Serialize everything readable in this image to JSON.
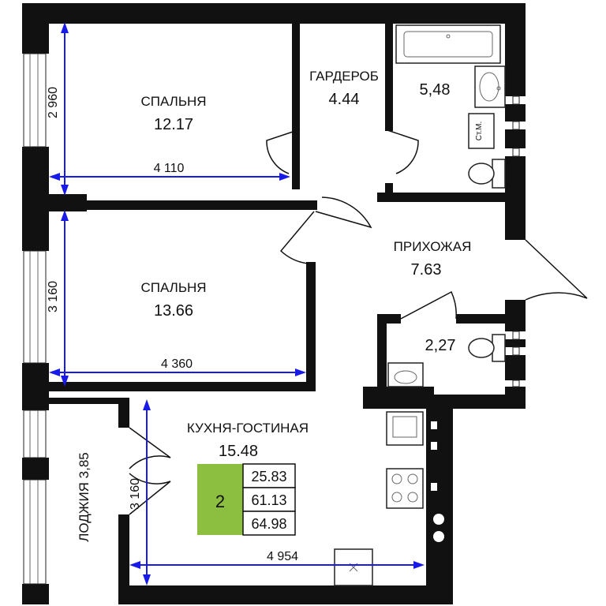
{
  "rooms": {
    "bedroom1": {
      "name": "СПАЛЬНЯ",
      "area": "12.17"
    },
    "wardrobe": {
      "name": "ГАРДЕРОБ",
      "area": "4.44"
    },
    "bathroom": {
      "area": "5,48"
    },
    "bedroom2": {
      "name": "СПАЛЬНЯ",
      "area": "13.66"
    },
    "hallway": {
      "name": "ПРИХОЖАЯ",
      "area": "7.63"
    },
    "wc": {
      "area": "2,27"
    },
    "kitchen_living": {
      "name": "КУХНЯ-ГОСТИНАЯ",
      "area": "15.48"
    },
    "loggia": {
      "label": "ЛОДЖИЯ 3,85"
    }
  },
  "dimensions": {
    "bedroom1_height": "2 960",
    "bedroom1_width": "4 110",
    "bedroom2_height": "3 160",
    "bedroom2_width": "4 360",
    "kitchen_height": "3 160",
    "kitchen_width": "4 954"
  },
  "fixtures": {
    "riser": "Ст.М."
  },
  "summary": {
    "rooms_count": "2",
    "living_area": "25.83",
    "total_area": "61.13",
    "total_with_loggia": "64.98"
  },
  "colors": {
    "walls": "#111111",
    "dimension_lines": "#1a1ae6",
    "badge": "#8cbf3f"
  }
}
